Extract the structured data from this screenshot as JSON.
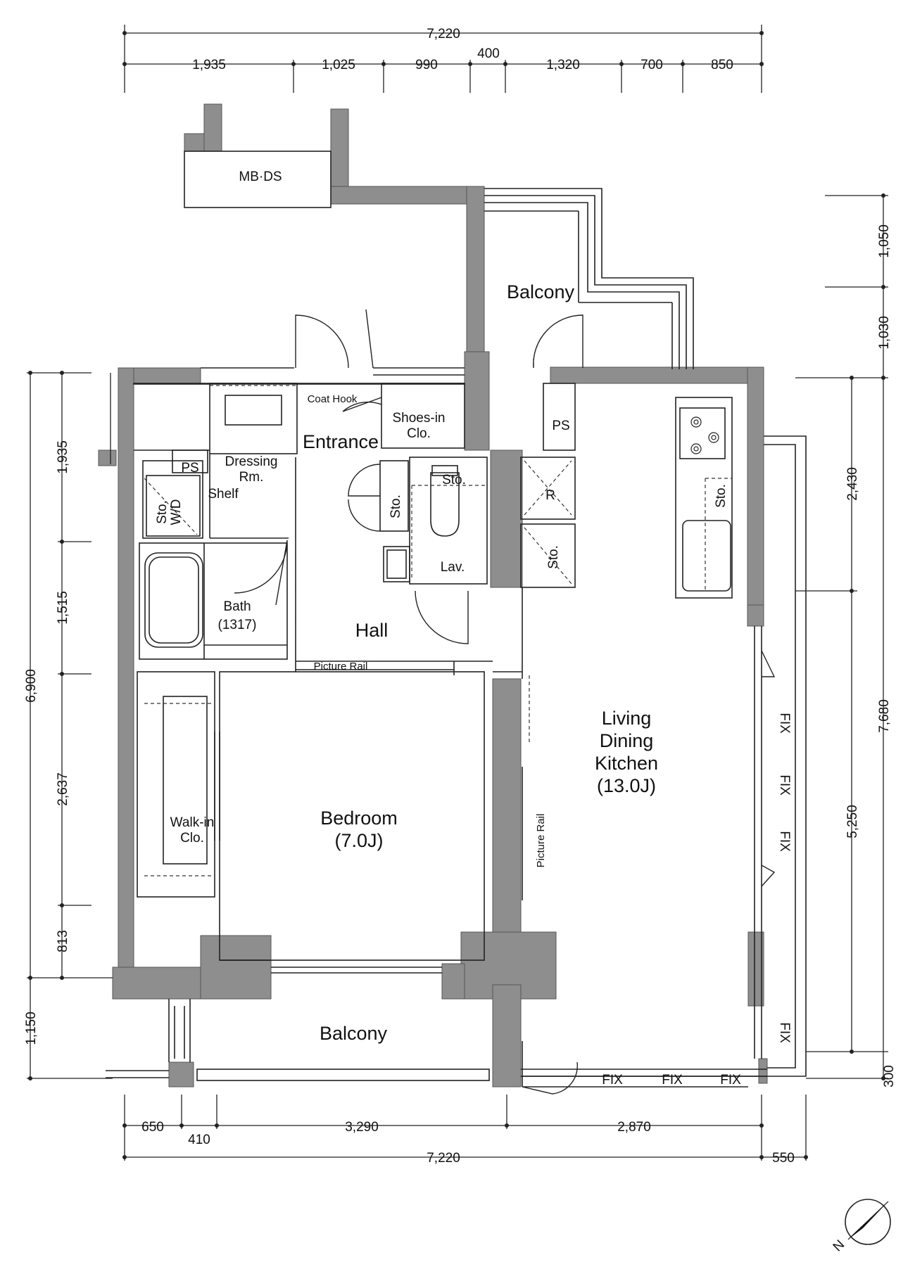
{
  "dimensions": {
    "top_total": "7,220",
    "top_segments": [
      "1,935",
      "1,025",
      "990",
      "400",
      "1,320",
      "700",
      "850"
    ],
    "left_total": "6,900",
    "left_segments": [
      "1,935",
      "1,515",
      "2,637",
      "813"
    ],
    "left_balcony": "1,150",
    "right_upper": [
      "1,050",
      "1,030"
    ],
    "right_inner": [
      "2,430",
      "5,250"
    ],
    "right_total": "7,680",
    "right_bottom": "300",
    "bottom_segments": [
      "650",
      "410",
      "3,290",
      "2,870"
    ],
    "bottom_total": "7,220",
    "bottom_extra": "550"
  },
  "rooms": {
    "mbds": "MB·DS",
    "balcony_top": "Balcony",
    "balcony_bottom": "Balcony",
    "coat_hook": "Coat Hook",
    "entrance": "Entrance",
    "shoes_line1": "Shoes-in",
    "shoes_line2": "Clo.",
    "ps_right": "PS",
    "ps_left": "PS",
    "dressing_line1": "Dressing",
    "dressing_line2": "Rm.",
    "shelf": "Shelf",
    "sto_wd_line1": "Sto.",
    "sto_wd_line2": "W/D",
    "sto_hall": "Sto.",
    "sto_lav": "Sto.",
    "refrigerator": "R",
    "sto_kitchen_low": "Sto.",
    "sto_kitchen": "Sto.",
    "lav": "Lav.",
    "bath_line1": "Bath",
    "bath_line2": "(1317)",
    "hall": "Hall",
    "picture_rail_hall": "Picture Rail",
    "picture_rail_ldk": "Picture Rail",
    "walkin_line1": "Walk-in",
    "walkin_line2": "Clo.",
    "bedroom_line1": "Bedroom",
    "bedroom_line2": "(7.0J)",
    "ldk_line1": "Living",
    "ldk_line2": "Dining",
    "ldk_line3": "Kitchen",
    "ldk_line4": "(13.0J)",
    "fix_vertical": [
      "FIX",
      "FIX",
      "FIX",
      "FIX"
    ],
    "fix_bottom": [
      "FIX",
      "FIX",
      "FIX"
    ]
  },
  "compass": {
    "label": "N"
  },
  "colors": {
    "wall": "#8e8e8e",
    "line": "#222222",
    "text": "#111111"
  }
}
